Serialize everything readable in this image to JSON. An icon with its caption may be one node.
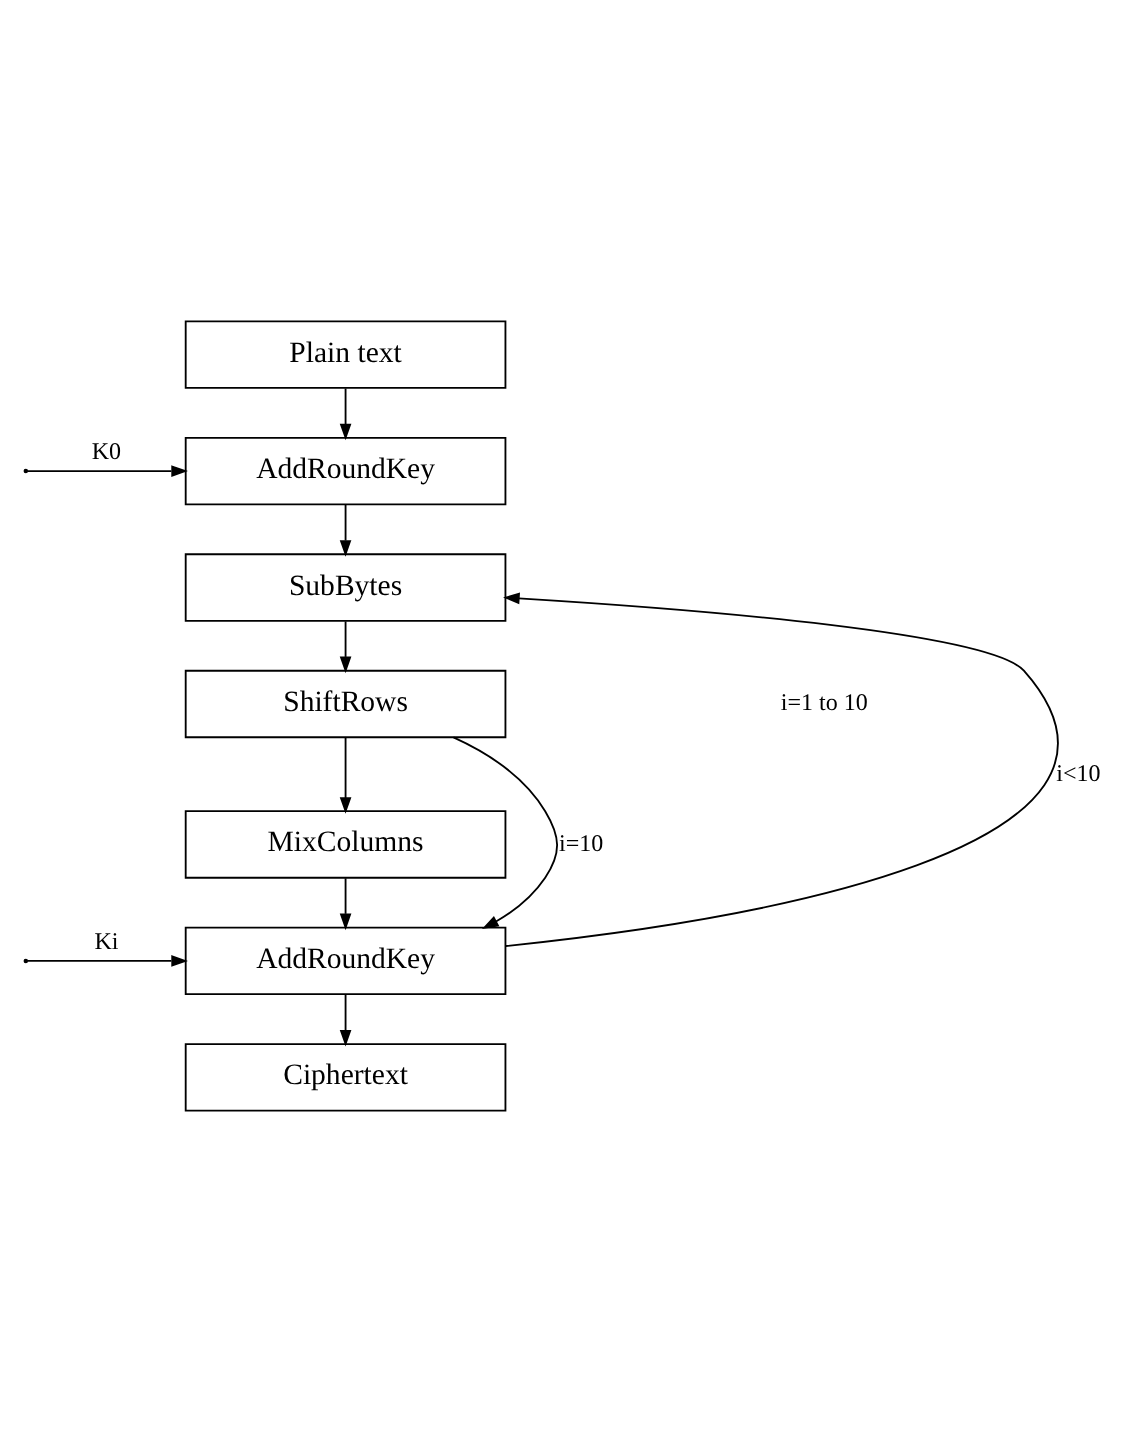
{
  "diagram": {
    "nodes": [
      {
        "text": [
          "Plain text"
        ]
      },
      {
        "text": [
          "AddRoundKey"
        ]
      },
      {
        "text": [
          "SubBytes"
        ]
      },
      {
        "text": [
          "ShiftRows"
        ]
      },
      {
        "text": [
          "MixColumns"
        ]
      },
      {
        "text": [
          "AddRoundKey"
        ]
      },
      {
        "text": [
          "Ciphertext"
        ]
      }
    ],
    "edges": [
      {
        "from": 0,
        "to": 1,
        "arrow": "to"
      },
      {
        "from": null,
        "to": 1,
        "arrow": "to",
        "label": "K0"
      },
      {
        "from": 1,
        "to": 2,
        "arrow": "to"
      },
      {
        "from": 2,
        "to": 3,
        "arrow": "to"
      },
      {
        "from": 3,
        "to": 4,
        "arrow": "to"
      },
      {
        "from": 3,
        "to": 5,
        "arrow": "to",
        "label": "i=10"
      },
      {
        "from": 4,
        "to": 5,
        "arrow": "to"
      },
      {
        "from": null,
        "to": 5,
        "arrow": "to",
        "label": "Ki"
      },
      {
        "from": 5,
        "to": 6,
        "arrow": "to"
      },
      {
        "from": 5,
        "to": 2,
        "arrow": "to",
        "label": "i<10"
      }
    ],
    "labels": [
      "i=1 to 10"
    ]
  }
}
